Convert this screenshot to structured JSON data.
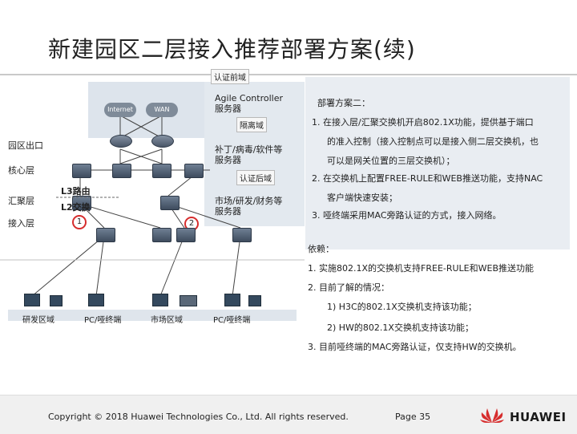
{
  "slide": {
    "title": "新建园区二层接入推荐部署方案(续)"
  },
  "diagram": {
    "zones": {
      "auth_pre": "认证前域",
      "isolation": "隔离域",
      "auth_post": "认证后域"
    },
    "servers": {
      "agile_controller": "Agile Controller\n服务器",
      "patch_av": "补丁/病毒/软件等\n服务器",
      "market_rd_finance": "市场/研发/财务等\n服务器"
    },
    "clouds": [
      "Internet",
      "WAN"
    ],
    "layers": {
      "egress": "园区出口",
      "core": "核心层",
      "aggregation": "汇聚层",
      "access": "接入层"
    },
    "annotations": {
      "l3_routing": "L3路由",
      "l2_switching": "L2交换",
      "marker1": "1",
      "marker2": "2"
    },
    "areas": [
      "研发区域",
      "PC/哑终端",
      "市场区域",
      "PC/哑终端"
    ]
  },
  "plan": {
    "heading": "部署方案二：",
    "lines": [
      "1. 在接入层/汇聚交换机开启802.1X功能，提供基于端口",
      "的准入控制（接入控制点可以是接入侧二层交换机，也",
      "可以是网关位置的三层交换机）；",
      "2. 在交换机上配置FREE-RULE和WEB推送功能，支持NAC",
      "客户端快速安装；",
      "3. 哑终端采用MAC旁路认证的方式，接入网络。"
    ]
  },
  "dependencies": {
    "heading": "依赖：",
    "lines": [
      "1. 实施802.1X的交换机支持FREE-RULE和WEB推送功能",
      "2. 目前了解的情况：",
      "1) H3C的802.1X交换机支持该功能；",
      "2) HW的802.1X交换机支持该功能；",
      "3. 目前哑终端的MAC旁路认证，仅支持HW的交换机。"
    ]
  },
  "footer": {
    "copyright": "Copyright © 2018 Huawei Technologies Co., Ltd. All rights reserved.",
    "page": "Page 35",
    "brand": "HUAWEI"
  },
  "colors": {
    "accent_red": "#d62d2d",
    "band_blue": "#b7c7da",
    "panel_bg": "#e9edf2"
  }
}
